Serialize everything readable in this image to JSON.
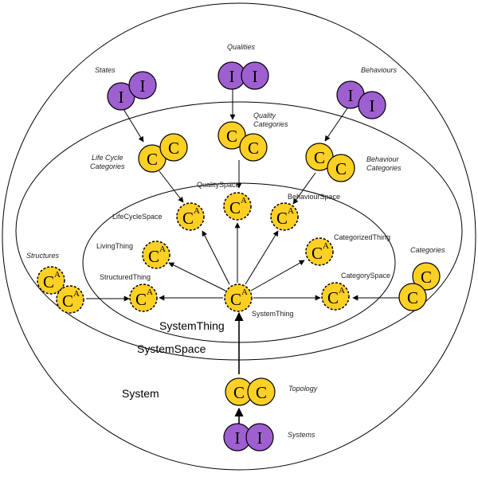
{
  "regions": {
    "system": "System",
    "system_space": "SystemSpace",
    "system_thing": "SystemThing"
  },
  "labels": {
    "states": "States",
    "qualities": "Qualities",
    "behaviours": "Behaviours",
    "quality_categories_1": "Quality",
    "quality_categories_2": "Categories",
    "life_cycle_categories_1": "Life Cycle",
    "life_cycle_categories_2": "Categories",
    "behaviour_categories_1": "Behaviour",
    "behaviour_categories_2": "Categories",
    "structures": "Structures",
    "categories": "Categories",
    "topology": "Topology",
    "systems": "Systems",
    "quality_space": "QualitySpace",
    "behaviour_space": "BehaviourSpace",
    "life_cycle_space": "LifeCycleSpace",
    "living_thing": "LivingThing",
    "categorized_thing": "CategorizedThing",
    "structured_thing": "StructuredThing",
    "category_space": "CategorySpace",
    "system_thing_node": "SystemThing"
  },
  "glyphs": {
    "instance": "I",
    "class": "C",
    "abstract_sup": "A"
  },
  "colors": {
    "instance_fill": "#9E5FD0",
    "class_fill": "#FFD024",
    "stroke": "#000000"
  }
}
